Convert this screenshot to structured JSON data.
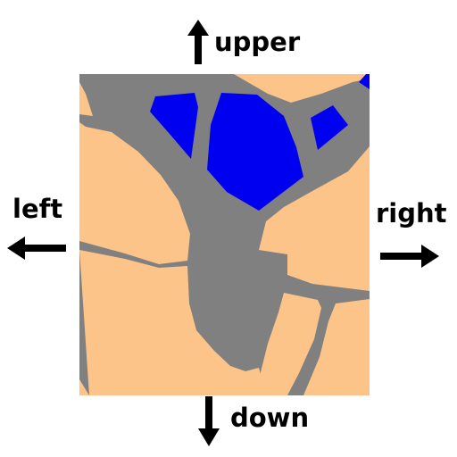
{
  "labels": {
    "upper": "upper",
    "left": "left",
    "right": "right",
    "down": "down"
  },
  "colors": {
    "land": "#fdc48a",
    "road": "#808080",
    "water": "#0000f0",
    "text": "#000000",
    "background": "#ffffff"
  },
  "icons": {
    "up": "arrow-up-icon",
    "left": "arrow-left-icon",
    "right": "arrow-right-icon",
    "down": "arrow-down-icon"
  }
}
